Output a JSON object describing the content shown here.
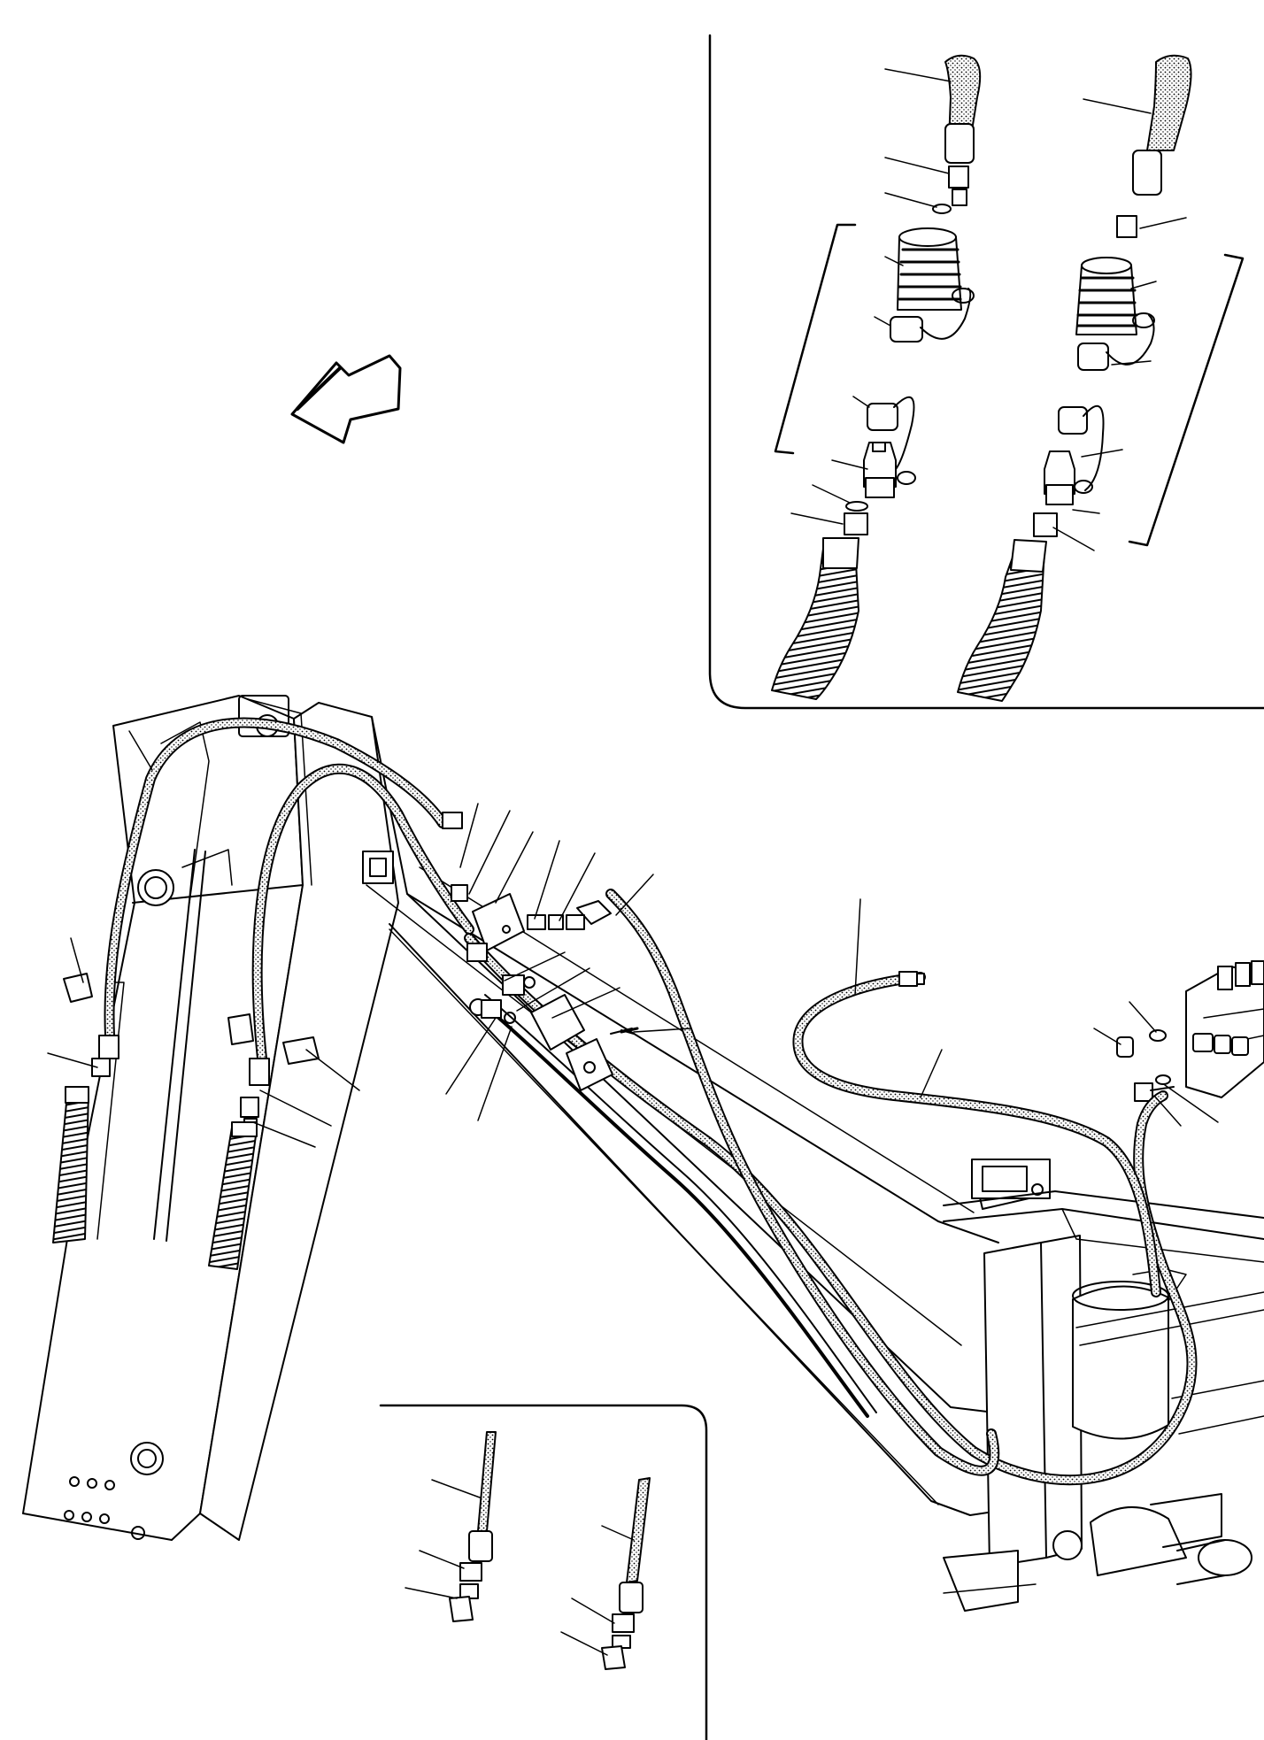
{
  "drawing": {
    "ink_color": "#000000",
    "paper_color": "#ffffff",
    "hose_fill": "dotted-pattern",
    "views": [
      {
        "id": "main-view",
        "subject": "boom-hydraulic-hose-routing"
      },
      {
        "id": "detail-quick-couplings",
        "subject": "quick-coupling-detail"
      },
      {
        "id": "detail-hose-ends",
        "subject": "hose-end-detail"
      }
    ],
    "direction_icon": "direction-arrow-icon"
  }
}
